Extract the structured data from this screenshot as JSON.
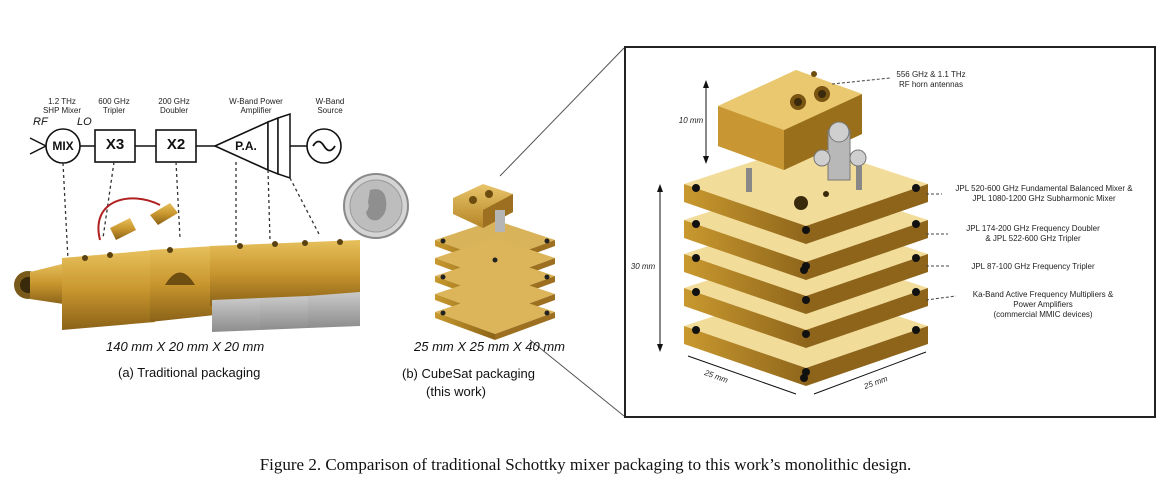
{
  "block_diagram": {
    "labels": {
      "mixer": "1.2 THz\nSHP Mixer",
      "tripler": "600 GHz\nTripler",
      "doubler": "200 GHz\nDoubler",
      "amplifier": "W-Band Power\nAmplifier",
      "source": "W-Band\nSource"
    },
    "symbols": {
      "mix": "MIX",
      "x3": "X3",
      "x2": "X2",
      "pa": "P.A."
    },
    "rf": "RF",
    "lo": "LO"
  },
  "left_panel": {
    "dimensions": "140 mm X 20 mm X 20 mm",
    "sublabel": "(a) Traditional packaging"
  },
  "middle_panel": {
    "dimensions": "25 mm X 25 mm X 40 mm",
    "sublabel_line1": "(b) CubeSat packaging",
    "sublabel_line2": "(this work)"
  },
  "inset": {
    "annotations": {
      "horn": "556 GHz & 1.1 THz\nRF horn antennas",
      "layer1": "JPL 520-600 GHz Fundamental Balanced Mixer &\nJPL 1080-1200 GHz Subharmonic Mixer",
      "layer2": "JPL 174-200 GHz Frequency Doubler\n& JPL 522-600 GHz Tripler",
      "layer3": "JPL 87-100 GHz Frequency Tripler",
      "layer4": "Ka-Band Active Frequency Multipliers &\nPower Amplifiers\n(commercial MMIC devices)"
    },
    "dim_10mm": "10 mm",
    "dim_30mm": "30 mm",
    "dim_25mm_left": "25 mm",
    "dim_25mm_right": "25 mm"
  },
  "caption": "Figure 2. Comparison of traditional Schottky mixer packaging to this work’s monolithic design."
}
